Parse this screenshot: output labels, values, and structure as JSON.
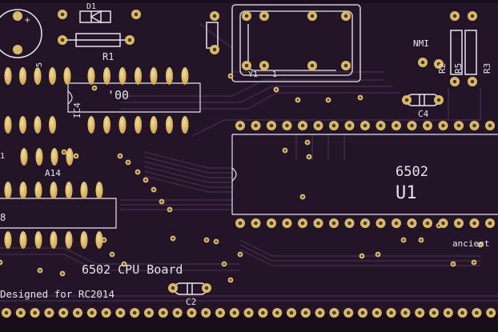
{
  "colors": {
    "board": "#241428",
    "board_dark": "#170c1a",
    "trace": "#3a2540",
    "silkscreen": "#e6e3ea",
    "pad_gold": "#d7b96a",
    "pad_hole": "#4a3a1c"
  },
  "silkscreen": {
    "board_title": "6502 CPU Board",
    "designed_for": "Designed for RC2014",
    "cpu_part": "6502",
    "cpu_ref": "U1",
    "nmi": "NMI",
    "ic4_ref": "IC4",
    "ic4_part": "'00",
    "r1": "R1",
    "r2": "R2",
    "r5": "R5",
    "r3": "R3",
    "c4": "C4",
    "c2": "C2",
    "d1": "D1",
    "a14": "A14",
    "ancient": "ancient",
    "y1": "Y1",
    "one": "1",
    "digit_8": "8",
    "digit_5": "5",
    "digit_1": "1"
  }
}
